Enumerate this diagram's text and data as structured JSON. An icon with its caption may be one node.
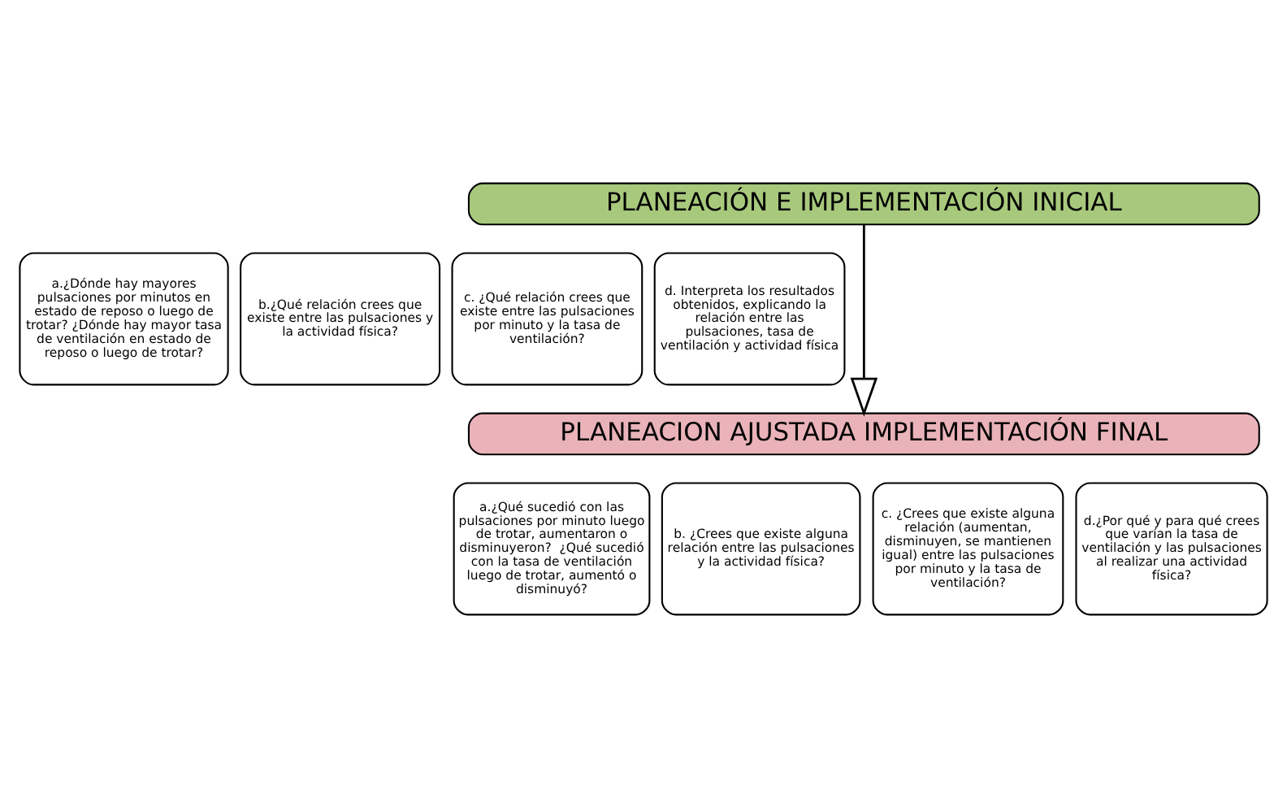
{
  "diagram": {
    "nodes": [
      {
        "text": [
          "PLANEACIÓN E IMPLEMENTACIÓN INICIAL"
        ]
      },
      {
        "text": [
          "a.¿Dónde hay mayores pulsaciones por minutos en estado de reposo o luego de trotar? ¿Dónde hay mayor tasa de ventilación en estado de reposo o luego de trotar?"
        ]
      },
      {
        "text": [
          "b.¿Qué relación crees que existe entre las pulsaciones y la actividad física?"
        ]
      },
      {
        "text": [
          "c. ¿Qué relación crees que existe entre las pulsaciones por minuto y la tasa de ventilación?"
        ]
      },
      {
        "text": [
          "d. Interpreta los resultados obtenidos, explicando la relación entre las pulsaciones, tasa de ventilación y actividad física"
        ]
      },
      {
        "text": [
          "PLANEACION AJUSTADA IMPLEMENTACIÓN FINAL"
        ]
      },
      {
        "text": [
          "a.¿Qué sucedió con las pulsaciones por minuto luego de trotar, aumentaron o disminuyeron?  ¿Qué sucedió con la tasa de ventilación luego de trotar, aumentó o disminuyó?"
        ]
      },
      {
        "text": [
          "b. ¿Crees que existe alguna relación entre las pulsaciones y la actividad física?"
        ]
      },
      {
        "text": [
          "c. ¿Crees que existe alguna relación (aumentan, disminuyen, se mantienen igual) entre las pulsaciones por minuto y la tasa de ventilación?"
        ]
      },
      {
        "text": [
          "d.¿Por qué y para qué crees que varían la tasa de ventilación y las pulsaciones al realizar una actividad física?"
        ]
      }
    ],
    "edges": [
      {
        "from": 0,
        "to": 5,
        "arrow": "to"
      }
    ]
  }
}
